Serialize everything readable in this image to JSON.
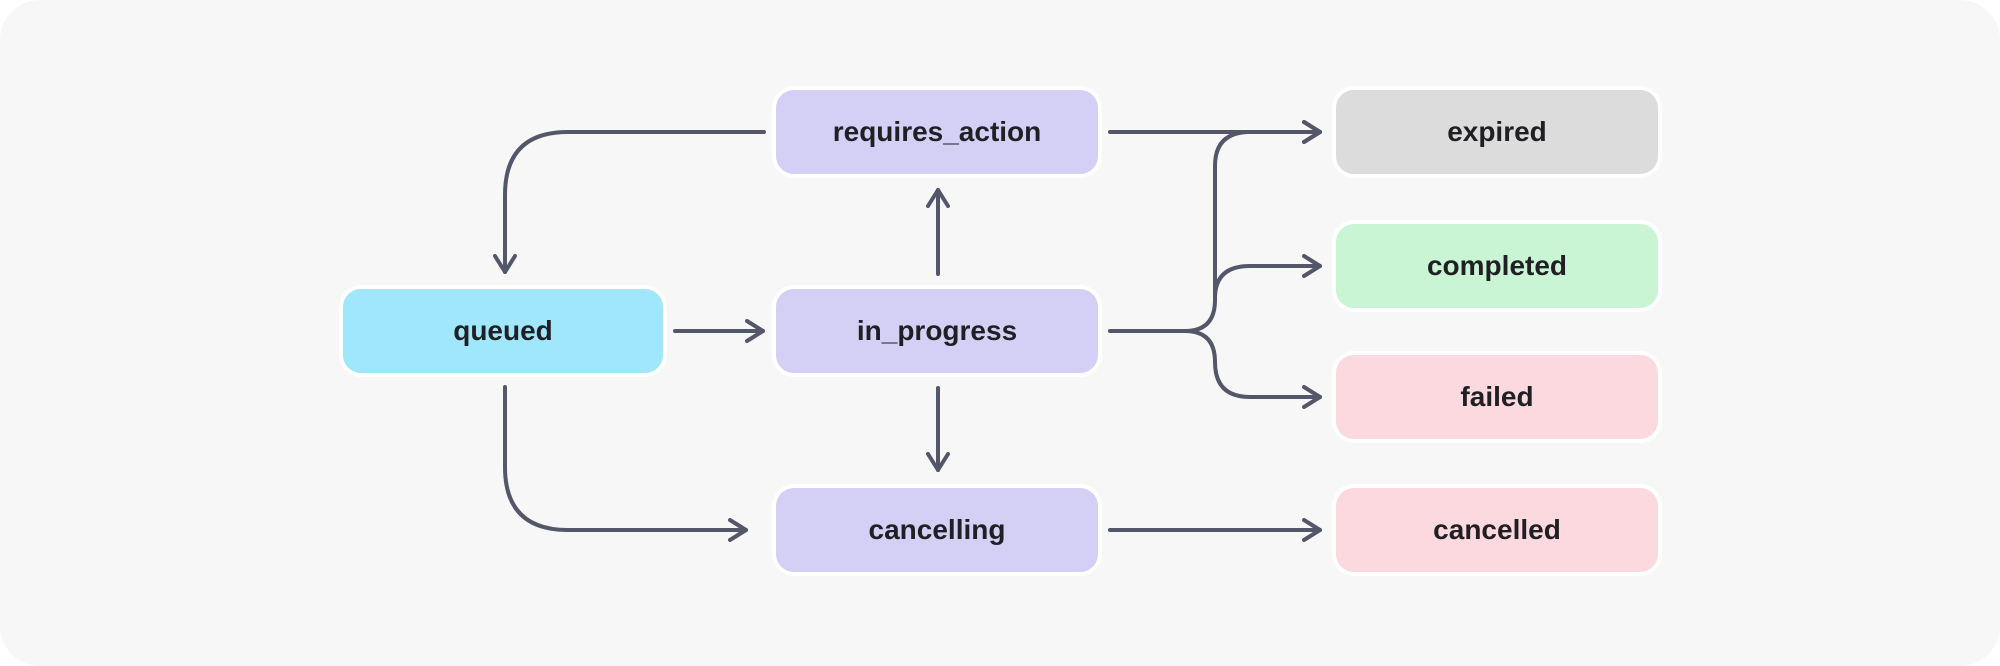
{
  "diagram": {
    "nodes": {
      "queued": {
        "label": "queued",
        "color": "#a0e7fc"
      },
      "requires_action": {
        "label": "requires_action",
        "color": "#d4d0f5"
      },
      "in_progress": {
        "label": "in_progress",
        "color": "#d4d0f5"
      },
      "cancelling": {
        "label": "cancelling",
        "color": "#d4d0f5"
      },
      "expired": {
        "label": "expired",
        "color": "#dcdcdc"
      },
      "completed": {
        "label": "completed",
        "color": "#c9f5d4"
      },
      "failed": {
        "label": "failed",
        "color": "#fbd9df"
      },
      "cancelled": {
        "label": "cancelled",
        "color": "#fbd9df"
      }
    },
    "edges": [
      {
        "from": "queued",
        "to": "in_progress"
      },
      {
        "from": "queued",
        "to": "cancelling"
      },
      {
        "from": "requires_action",
        "to": "queued"
      },
      {
        "from": "requires_action",
        "to": "expired"
      },
      {
        "from": "in_progress",
        "to": "requires_action"
      },
      {
        "from": "in_progress",
        "to": "cancelling"
      },
      {
        "from": "in_progress",
        "to": "expired"
      },
      {
        "from": "in_progress",
        "to": "completed"
      },
      {
        "from": "in_progress",
        "to": "failed"
      },
      {
        "from": "cancelling",
        "to": "cancelled"
      }
    ],
    "edge_color": "#54566a",
    "background_color": "#f7f7f7"
  }
}
